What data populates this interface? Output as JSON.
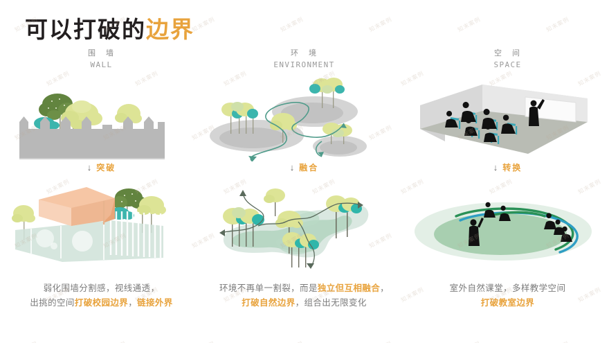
{
  "slide": {
    "title_plain": "可以打破的",
    "title_accent": "边界",
    "accent_color": "#e8a33d",
    "wall_gray": "#b8b8b8",
    "text_gray": "#7b7b7b",
    "watermark_text": "知末案例"
  },
  "columns": [
    {
      "header_cn": "围 墙",
      "header_en": "WALL",
      "arrow_glyph": "↓",
      "arrow_label": "突破",
      "caption": {
        "line1": [
          {
            "text": "弱化围墙分割感，视线通透，",
            "highlight": false
          }
        ],
        "line2": [
          {
            "text": "出挑的空间",
            "highlight": false
          },
          {
            "text": "打破校园边界",
            "highlight": true
          },
          {
            "text": "，",
            "highlight": false
          },
          {
            "text": "链接外界",
            "highlight": true
          }
        ]
      }
    },
    {
      "header_cn": "环 境",
      "header_en": "ENVIRONMENT",
      "arrow_glyph": "↓",
      "arrow_label": "融合",
      "caption": {
        "line1": [
          {
            "text": "环境不再单一割裂，而是",
            "highlight": false
          },
          {
            "text": "独立但互相融合",
            "highlight": true
          },
          {
            "text": "，",
            "highlight": false
          }
        ],
        "line2": [
          {
            "text": "打破自然边界",
            "highlight": true
          },
          {
            "text": "，组合出无限变化",
            "highlight": false
          }
        ]
      }
    },
    {
      "header_cn": "空 间",
      "header_en": "SPACE",
      "arrow_glyph": "↓",
      "arrow_label": "转换",
      "caption": {
        "line1": [
          {
            "text": "室外自然课堂，多样教学空间",
            "highlight": false
          }
        ],
        "line2": [
          {
            "text": "打破教室边界",
            "highlight": true
          }
        ]
      }
    }
  ]
}
